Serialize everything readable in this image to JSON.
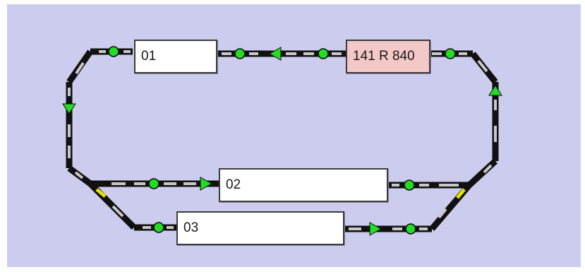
{
  "layout": {
    "background": "#ccccee",
    "track_color": "#111111",
    "rail_gap_color": "#c8c8c8",
    "switch_indicator_color": "#e8e000",
    "signal_color": "#22dd22"
  },
  "blocks": [
    {
      "id": "01",
      "label": "01",
      "occupied": false,
      "train": ""
    },
    {
      "id": "141R840",
      "label": "141 R 840",
      "occupied": true,
      "train": "141 R 840",
      "color": "#f4c8c6"
    },
    {
      "id": "02",
      "label": "02",
      "occupied": false,
      "train": ""
    },
    {
      "id": "03",
      "label": "03",
      "occupied": false,
      "train": ""
    }
  ],
  "icons": {
    "signal": "signal-light-icon",
    "direction": "direction-arrow-icon",
    "switch": "switch-indicator-icon"
  }
}
